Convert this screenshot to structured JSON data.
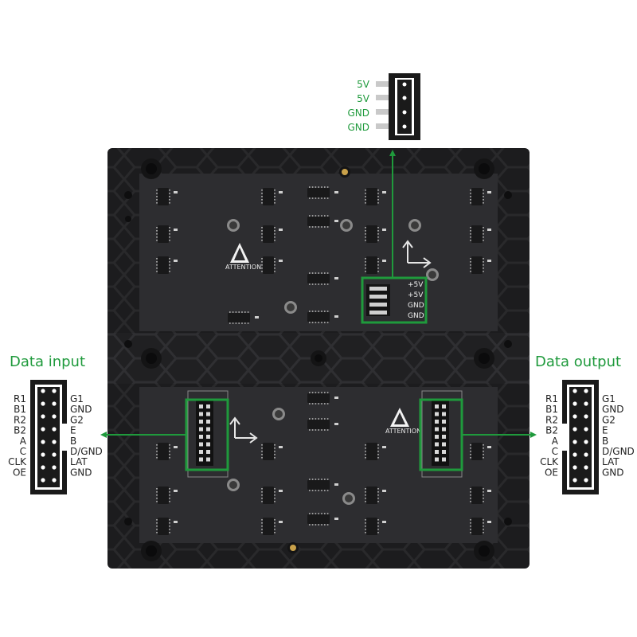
{
  "power_connector": {
    "pins": [
      "5V",
      "5V",
      "GND",
      "GND"
    ],
    "board_pins": [
      "+5V",
      "+5V",
      "GND",
      "GND"
    ]
  },
  "data_input": {
    "title": "Data input",
    "left_pins": [
      "R1",
      "B1",
      "R2",
      "B2",
      "A",
      "C",
      "CLK",
      "OE"
    ],
    "right_pins": [
      "G1",
      "GND",
      "G2",
      "E",
      "B",
      "D/GND",
      "LAT",
      "GND"
    ]
  },
  "data_output": {
    "title": "Data output",
    "left_pins": [
      "R1",
      "B1",
      "R2",
      "B2",
      "A",
      "C",
      "CLK",
      "OE"
    ],
    "right_pins": [
      "G1",
      "GND",
      "G2",
      "E",
      "B",
      "D/GND",
      "LAT",
      "GND"
    ]
  },
  "board": {
    "warning_label": "ATTENTION"
  },
  "colors": {
    "accent_green": "#1f9a3c",
    "board_dark": "#2a2a2c",
    "frame_dark": "#1c1c1e"
  }
}
